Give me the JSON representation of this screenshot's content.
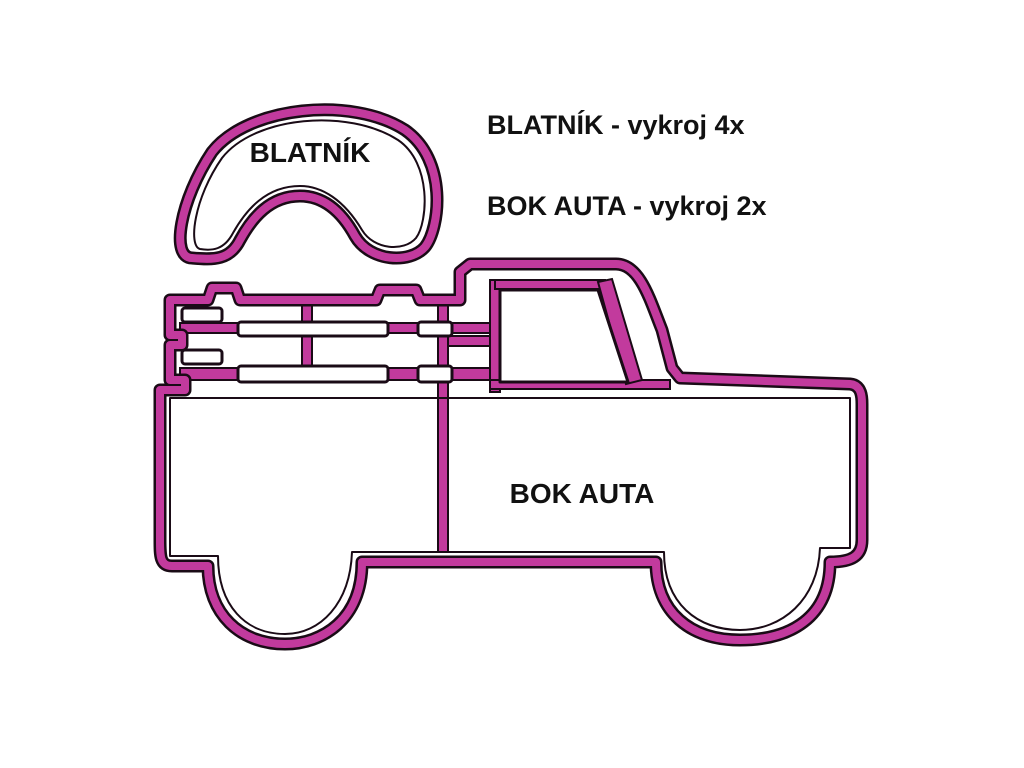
{
  "parts": {
    "fender": {
      "label": "BLATNÍK"
    },
    "car_side": {
      "label": "BOK AUTA"
    }
  },
  "notes": {
    "fender_note": "BLATNÍK - vykroj 4x",
    "car_side_note": "BOK AUTA - vykroj 2x"
  },
  "colors": {
    "outline": "#1a0b16",
    "accent": "#c23a9d",
    "background": "#ffffff"
  }
}
